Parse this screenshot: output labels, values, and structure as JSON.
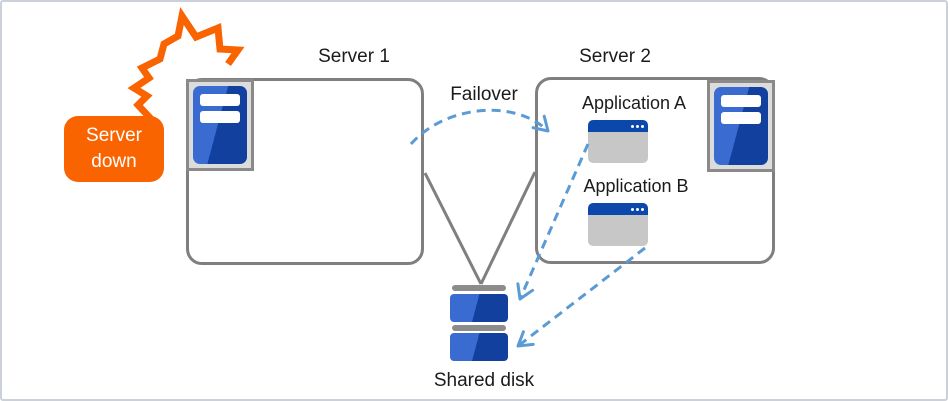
{
  "diagram": {
    "alert_badge": {
      "text": "Server down"
    },
    "server1": {
      "label": "Server 1"
    },
    "server2": {
      "label": "Server 2",
      "applications": [
        {
          "label": "Application A"
        },
        {
          "label": "Application B"
        }
      ]
    },
    "failover": {
      "label": "Failover"
    },
    "shared_disk": {
      "label": "Shared disk"
    },
    "colors": {
      "alert_orange": "#fa6400",
      "server_blue_light": "#3a6bd0",
      "server_blue_dark": "#11409f",
      "app_titlebar_blue": "#0c47ab",
      "arrow_blue": "#5b9bd5",
      "line_gray": "#7f7f7f",
      "panel_gray": "#dcdcdc"
    }
  }
}
